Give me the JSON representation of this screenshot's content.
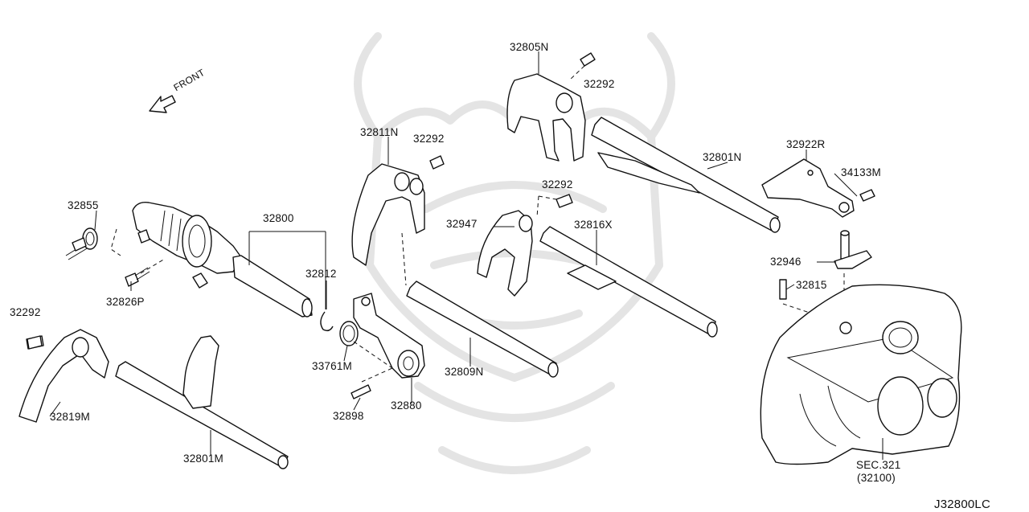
{
  "diagram": {
    "code": "J32800LC",
    "front_label": "FRONT",
    "parts": [
      {
        "id": "p32805N",
        "text": "32805N"
      },
      {
        "id": "p32292a",
        "text": "32292"
      },
      {
        "id": "p32811N",
        "text": "32811N"
      },
      {
        "id": "p32292b",
        "text": "32292"
      },
      {
        "id": "p32801N",
        "text": "32801N"
      },
      {
        "id": "p32922R",
        "text": "32922R"
      },
      {
        "id": "p34133M",
        "text": "34133M"
      },
      {
        "id": "p32292c",
        "text": "32292"
      },
      {
        "id": "p32855",
        "text": "32855"
      },
      {
        "id": "p32800",
        "text": "32800"
      },
      {
        "id": "p32947",
        "text": "32947"
      },
      {
        "id": "p32816X",
        "text": "32816X"
      },
      {
        "id": "p32946",
        "text": "32946"
      },
      {
        "id": "p32812",
        "text": "32812"
      },
      {
        "id": "p32815",
        "text": "32815"
      },
      {
        "id": "p32826P",
        "text": "32826P"
      },
      {
        "id": "p32292d",
        "text": "32292"
      },
      {
        "id": "p33761M",
        "text": "33761M"
      },
      {
        "id": "p32809N",
        "text": "32809N"
      },
      {
        "id": "p32880",
        "text": "32880"
      },
      {
        "id": "p32819M",
        "text": "32819M"
      },
      {
        "id": "p32898",
        "text": "32898"
      },
      {
        "id": "p32801M",
        "text": "32801M"
      },
      {
        "id": "sec321",
        "text": "SEC.321"
      },
      {
        "id": "sec32100",
        "text": "(32100)"
      }
    ]
  }
}
